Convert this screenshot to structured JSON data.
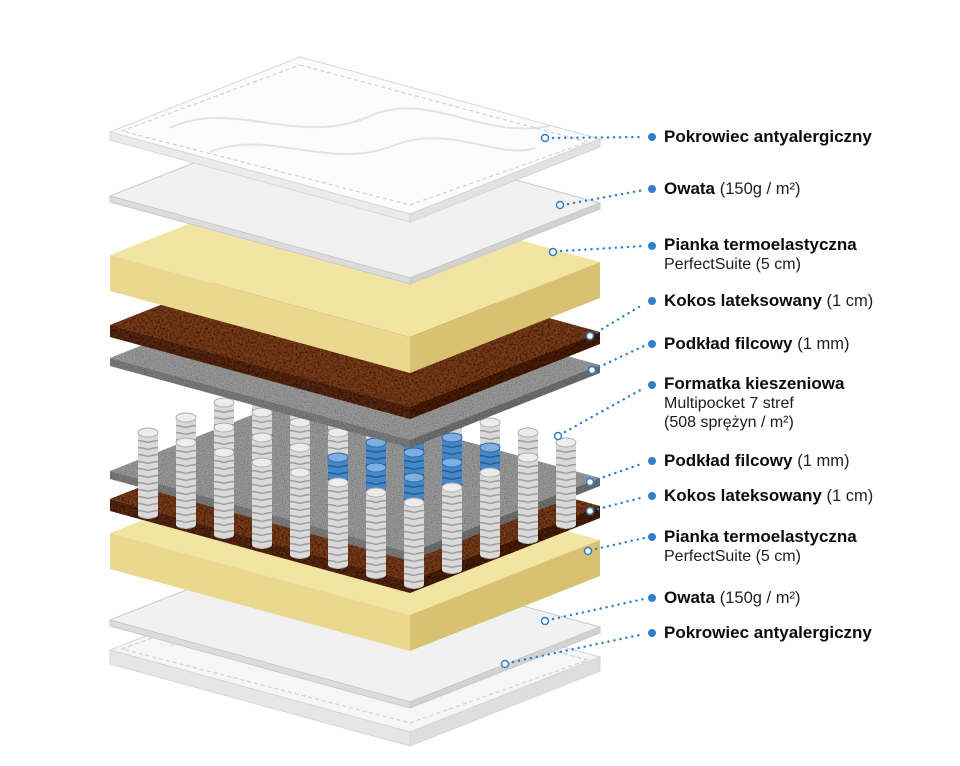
{
  "colors": {
    "leader": "#2e7fd0",
    "foam": "#f2e5a3",
    "kokos": "#7c3d1d",
    "felt": "#9b9b9b",
    "spring_gray": "#d9d9d9",
    "spring_blue": "#4287c8",
    "text": "#0c0c0c"
  },
  "labels": [
    {
      "bold": "Pokrowiec antyalergiczny"
    },
    {
      "bold": "Owata",
      "normal": "(150g / m²)"
    },
    {
      "bold": "Pianka termoelastyczna",
      "sub1": "PerfectSuite (5 cm)"
    },
    {
      "bold": "Kokos lateksowany",
      "normal": "(1 cm)"
    },
    {
      "bold": "Podkład filcowy",
      "normal": "(1 mm)"
    },
    {
      "bold": "Formatka kieszeniowa",
      "sub1": "Multipocket 7 stref",
      "sub2": "(508 sprężyn / m²)"
    },
    {
      "bold": "Podkład filcowy",
      "normal": "(1 mm)"
    },
    {
      "bold": "Kokos lateksowany",
      "normal": "(1 cm)"
    },
    {
      "bold": "Pianka termoelastyczna",
      "sub1": "PerfectSuite (5 cm)"
    },
    {
      "bold": "Owata",
      "normal": "(150g / m²)"
    },
    {
      "bold": "Pokrowiec antyalergiczny"
    }
  ]
}
